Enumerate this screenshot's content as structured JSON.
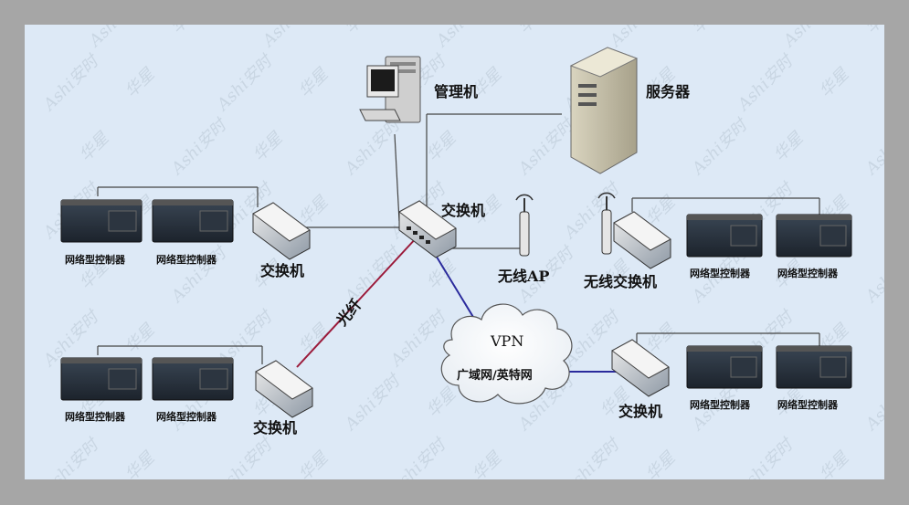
{
  "labels": {
    "management": "管理机",
    "server": "服务器",
    "switch_center": "交换机",
    "wireless_ap": "无线AP",
    "wireless_switch": "无线交换机",
    "switch_left_top": "交换机",
    "switch_left_bottom": "交换机",
    "switch_right_bottom": "交换机",
    "fiber": "光纤",
    "vpn": "VPN",
    "wan": "广域网/英特网",
    "controller": "网络型控制器"
  },
  "watermark": {
    "brand_cn": "华星",
    "brand_en": "Ashi安时"
  },
  "colors": {
    "frame": "#a6a6a6",
    "background": "#dde9f6",
    "line": "#444444",
    "fiber": "#9b1a3a",
    "vpn_link": "#2a2a9c"
  }
}
